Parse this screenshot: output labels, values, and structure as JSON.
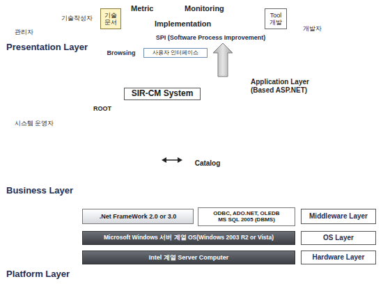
{
  "diagram": {
    "nodes": [
      {
        "text": [
          "Presentation Layer"
        ]
      },
      {
        "text": [
          "기술문서"
        ],
        "in": 0
      },
      {
        "text": [
          "Tool 개발"
        ],
        "in": 0
      },
      {
        "text": [
          "SPI (Software Process Improvement)"
        ],
        "in": 0
      },
      {
        "text": [
          "Browsing"
        ],
        "in": 0
      },
      {
        "text": [
          "사용자 인터페이스"
        ],
        "in": 0
      },
      {
        "text": [
          "Business Layer"
        ]
      },
      {
        "text": [
          "SIR-CM System"
        ],
        "in": 6
      },
      {
        "text": [
          "ROOT"
        ],
        "in": 7
      },
      {
        "text": [
          "Catalog"
        ],
        "in": 7
      },
      {
        "text": [
          "Platform Layer"
        ]
      },
      {
        "text": [
          ".Net FrameWork 2.0 or 3.0"
        ],
        "in": 10
      },
      {
        "text": [
          "ODBC, ADO.NET, OLEDB",
          "MS SQL 2005 (DBMS)"
        ],
        "in": 10
      },
      {
        "text": [
          "Middleware Layer"
        ],
        "in": 10
      },
      {
        "text": [
          "Microsoft Windows 서버 계열 OS(Windows 2003 R2 or Vista)"
        ],
        "in": 10
      },
      {
        "text": [
          "OS Layer"
        ],
        "in": 10
      },
      {
        "text": [
          "Intel 계열 Server Computer"
        ],
        "in": 10
      },
      {
        "text": [
          "Hardware Layer"
        ],
        "in": 10
      }
    ],
    "edges": [
      {
        "from": 7,
        "to": 3,
        "arrow": "to"
      },
      {
        "from": 8,
        "to": 9,
        "arrow": "both"
      }
    ],
    "labels": [
      "관리자",
      "기술작성자",
      "Metric",
      "Monitoring",
      "Implementation",
      "개발자",
      "시스템 운영자",
      "Application Layer (Based ASP.NET)"
    ]
  }
}
